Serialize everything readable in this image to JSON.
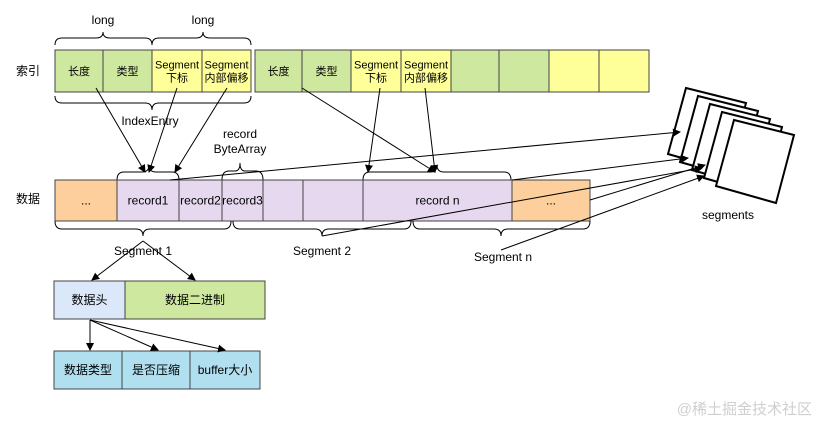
{
  "labels": {
    "long1": "long",
    "long2": "long",
    "index": "索引",
    "data": "数据",
    "index_entry": "IndexEntry",
    "record_bytearray_1": "record",
    "record_bytearray_2": "ByteArray",
    "segment1": "Segment 1",
    "segment2": "Segment 2",
    "segmentn": "Segment n",
    "segments": "segments",
    "watermark": "@稀土掘金技术社区"
  },
  "index_row": {
    "cells": [
      "长度",
      "类型",
      "Segment|下标",
      "Segment|内部偏移",
      "长度",
      "类型",
      "Segment|下标",
      "Segment|内部偏移",
      "",
      "",
      "",
      ""
    ]
  },
  "data_row": {
    "cells": [
      "...",
      "record1",
      "record2",
      "record3",
      "",
      "",
      "record n",
      "..."
    ]
  },
  "header_row": {
    "cells": [
      "数据头",
      "数据二进制"
    ]
  },
  "header_detail_row": {
    "cells": [
      "数据类型",
      "是否压缩",
      "buffer大小"
    ]
  },
  "colors": {
    "green": "#cfe8a0",
    "yellow": "#ffff99",
    "purple": "#e6d9ef",
    "orange": "#fccf9c",
    "light_blue": "#dbe8fa",
    "cyan": "#b0dff0"
  }
}
